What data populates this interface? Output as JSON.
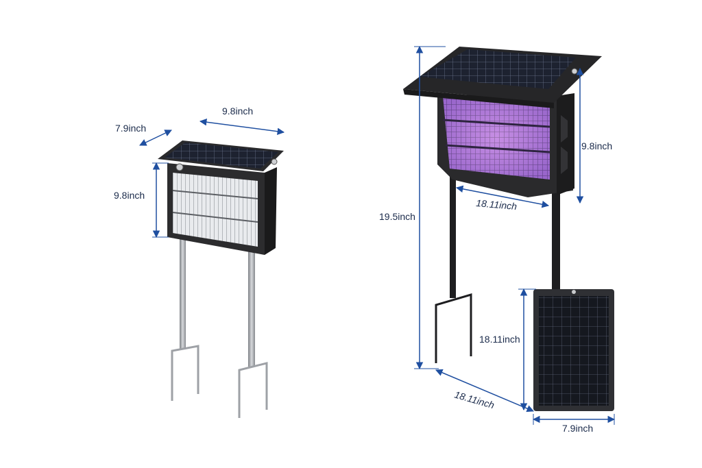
{
  "left_product": {
    "width_label": "9.8inch",
    "depth_label": "7.9inch",
    "height_label": "9.8inch"
  },
  "right_product": {
    "height_total_label": "19.5inch",
    "lamp_height_label": "9.8inch",
    "lamp_width_label": "18.11inch",
    "stake_spread_label": "18.11inch"
  },
  "solar_panel": {
    "height_label": "18.11inch",
    "width_label": "7.9inch"
  },
  "colors": {
    "dimension_line": "#1f4fa0",
    "dimension_text": "#1a2a4a",
    "housing": "#2a2a2c",
    "uv_glow": "#c98ae8",
    "steel": "#a9acb0"
  }
}
